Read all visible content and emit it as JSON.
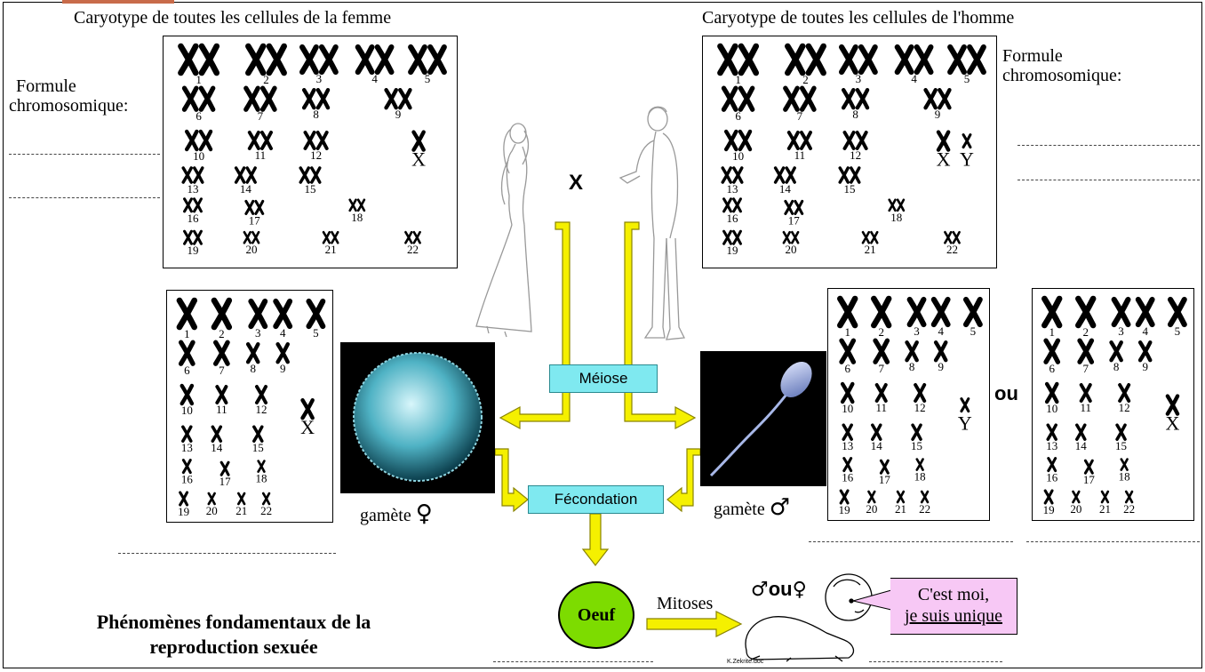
{
  "titles": {
    "female_karyotype": "Caryotype de toutes les cellules de la femme",
    "male_karyotype": "Caryotype de toutes les cellules de l'homme"
  },
  "formula_label": [
    "Formule",
    "chromosomique:"
  ],
  "cross_symbol": "X",
  "processes": {
    "meiosis": "Méiose",
    "fertilization": "Fécondation",
    "mitoses": "Mitoses"
  },
  "gametes": {
    "female_label": "gamète",
    "male_label": "gamète",
    "female_symbol": "♀",
    "male_symbol": "♂"
  },
  "or_word": "ou",
  "egg_label": "Oeuf",
  "baby": {
    "sex_male": "♂",
    "or": "ou",
    "sex_female": "♀",
    "speech_line1": "C'est moi,",
    "speech_line2": "je suis unique"
  },
  "bottom_title": [
    "Phénomènes fondamentaux de la",
    "reproduction sexuée"
  ],
  "credit": "K.Zekrite.doc",
  "sex_chromosomes": {
    "x": "X",
    "y": "Y"
  },
  "pair_numbers": [
    "1",
    "2",
    "3",
    "4",
    "5",
    "6",
    "7",
    "8",
    "9",
    "10",
    "11",
    "12",
    "13",
    "14",
    "15",
    "16",
    "17",
    "18",
    "19",
    "20",
    "21",
    "22"
  ],
  "colors": {
    "highlight_box": "#7fe9f0",
    "arrow": "#f5f000",
    "egg": "#7ddc00",
    "speech_bubble": "#f7c8f5"
  }
}
